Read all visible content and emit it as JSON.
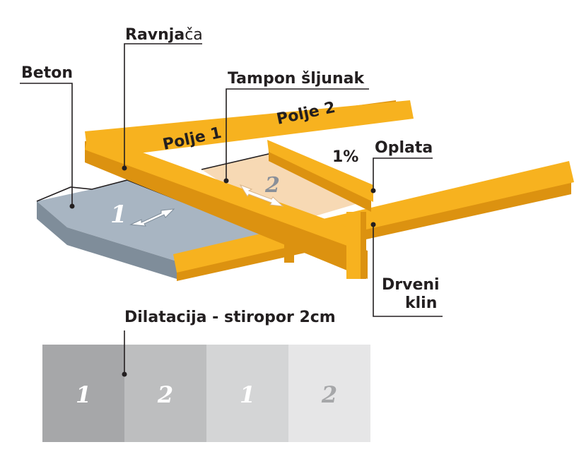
{
  "labels": {
    "ravnjaca_main": "Ravnja",
    "ravnjaca_suffix": "ča",
    "beton": "Beton",
    "tampon": "Tampon šljunak",
    "polje1": "Polje 1",
    "polje2": "Polje 2",
    "slope": "1%",
    "oplata": "Oplata",
    "drveni": "Drveni",
    "klin": "klin",
    "dilatacija": "Dilatacija - stiropor 2cm"
  },
  "field_marks": {
    "beton_field": "1",
    "gravel_field": "2"
  },
  "sequence": [
    "1",
    "2",
    "1",
    "2"
  ],
  "colors": {
    "formwork": "#f7b21f",
    "formwork_dark": "#dc9210",
    "concrete": "#8d9aa7",
    "concrete_top": "#a8b5c2",
    "gravel": "#f7d9b4",
    "strip": [
      "#a6a7a9",
      "#bdbebf",
      "#d4d5d6",
      "#e6e6e7"
    ],
    "text": "#231f20"
  }
}
